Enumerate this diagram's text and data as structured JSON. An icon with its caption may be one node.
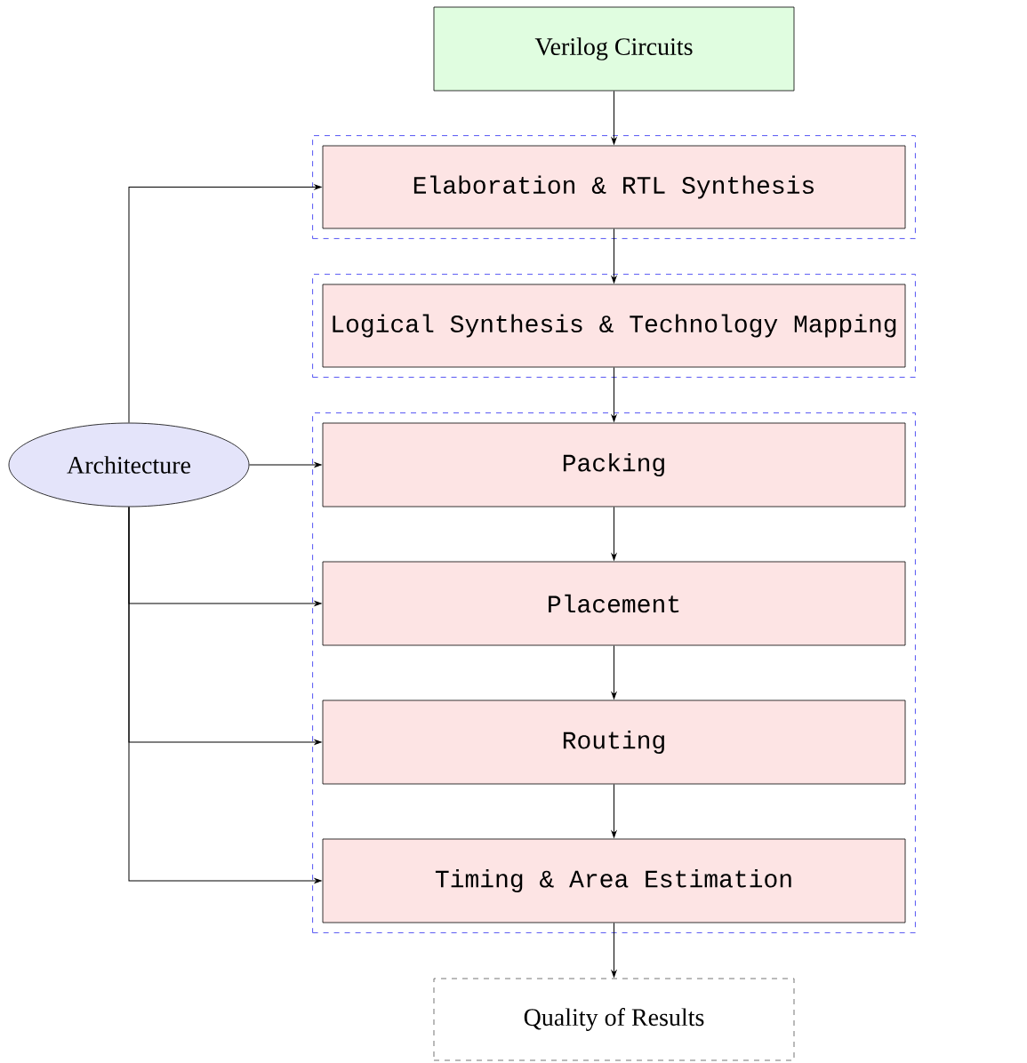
{
  "diagram": {
    "nodes": [
      {
        "text": [
          "Verilog Circuits"
        ]
      },
      {
        "text": [],
        "shape": "box"
      },
      {
        "text": [
          "Elaboration & RTL Synthesis"
        ],
        "in": 1
      },
      {
        "text": [],
        "shape": "box"
      },
      {
        "text": [
          "Logical Synthesis & Technology Mapping"
        ],
        "in": 3
      },
      {
        "text": [],
        "shape": "box"
      },
      {
        "text": [
          "Packing"
        ],
        "in": 5
      },
      {
        "text": [
          "Placement"
        ],
        "in": 5
      },
      {
        "text": [
          "Routing"
        ],
        "in": 5
      },
      {
        "text": [
          "Timing & Area Estimation"
        ],
        "in": 5
      },
      {
        "text": [
          "Architecture"
        ]
      },
      {
        "text": [
          "Quality of Results"
        ]
      }
    ],
    "edges": [
      {
        "from": 0,
        "to": 2,
        "arrow": "to"
      },
      {
        "from": 2,
        "to": 4,
        "arrow": "to"
      },
      {
        "from": 4,
        "to": 6,
        "arrow": "to"
      },
      {
        "from": 6,
        "to": 7,
        "arrow": "to"
      },
      {
        "from": 7,
        "to": 8,
        "arrow": "to"
      },
      {
        "from": 8,
        "to": 9,
        "arrow": "to"
      },
      {
        "from": 9,
        "to": 11,
        "arrow": "to"
      },
      {
        "from": 10,
        "to": 2,
        "arrow": "to"
      },
      {
        "from": 10,
        "to": 6,
        "arrow": "to"
      },
      {
        "from": 10,
        "to": 7,
        "arrow": "to"
      },
      {
        "from": 10,
        "to": 8,
        "arrow": "to"
      },
      {
        "from": 10,
        "to": 9,
        "arrow": "to"
      }
    ]
  }
}
